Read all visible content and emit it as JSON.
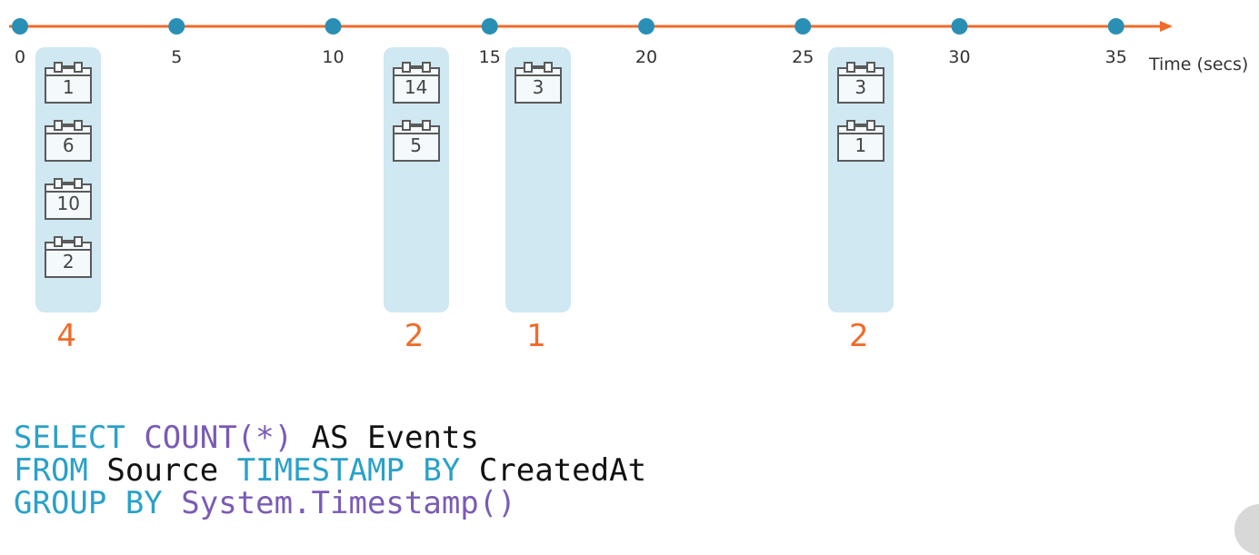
{
  "timeline": {
    "ticks": [
      "0",
      "5",
      "10",
      "15",
      "20",
      "25",
      "30",
      "35"
    ],
    "tick_values": [
      0,
      5,
      10,
      15,
      20,
      25,
      30,
      35
    ],
    "dot_values": [
      0,
      5,
      10,
      15,
      20,
      25,
      30,
      35
    ],
    "axis_label": "Time (secs)",
    "colors": {
      "line": "#f06b2a",
      "dot": "#2a8fb5",
      "count": "#f06b2a",
      "window": "#cfe8f2"
    }
  },
  "windows": [
    {
      "start": 0.5,
      "events": [
        "1",
        "6",
        "10",
        "2"
      ],
      "count": "4"
    },
    {
      "start": 11.6,
      "events": [
        "14",
        "5"
      ],
      "count": "2"
    },
    {
      "start": 15.5,
      "events": [
        "3"
      ],
      "count": "1"
    },
    {
      "start": 25.8,
      "events": [
        "3",
        "1"
      ],
      "count": "2"
    }
  ],
  "code": {
    "line1": {
      "kw1": "SELECT",
      "fn1": "COUNT(*)",
      "kw2": "AS",
      "id1": "Events"
    },
    "line2": {
      "kw1": "FROM",
      "id1": "Source",
      "kw2": "TIMESTAMP BY",
      "id2": "CreatedAt"
    },
    "line3": {
      "kw1": "GROUP BY",
      "fn1": "System.Timestamp()"
    },
    "colors": {
      "keyword": "#2aa1c9",
      "function": "#7a5bb5",
      "identifier": "#111111"
    }
  }
}
